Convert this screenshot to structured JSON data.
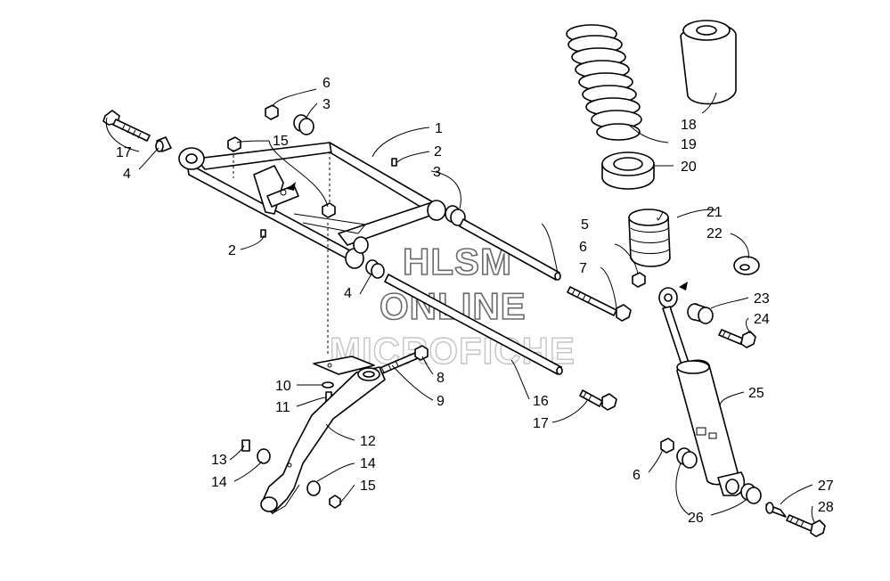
{
  "watermark": {
    "line1": "HLSM",
    "line2": "ONLINE",
    "line3": "MICROFICHE"
  },
  "callouts": {
    "c1": "1",
    "c2a": "2",
    "c2b": "2",
    "c3a": "3",
    "c3b": "3",
    "c4a": "4",
    "c4b": "4",
    "c5": "5",
    "c6a": "6",
    "c6b": "6",
    "c6c": "6",
    "c7": "7",
    "c8": "8",
    "c9": "9",
    "c10": "10",
    "c11": "11",
    "c12": "12",
    "c13": "13",
    "c14a": "14",
    "c14b": "14",
    "c15a": "15",
    "c15b": "15",
    "c16": "16",
    "c17a": "17",
    "c17b": "17",
    "c18": "18",
    "c19": "19",
    "c20": "20",
    "c21": "21",
    "c22": "22",
    "c23": "23",
    "c24": "24",
    "c25": "25",
    "c26": "26",
    "c27": "27",
    "c28": "28"
  },
  "colors": {
    "line": "#000000",
    "background": "#ffffff",
    "watermark_outline": "#6a6a6a",
    "watermark_light": "#c4c4c4"
  }
}
